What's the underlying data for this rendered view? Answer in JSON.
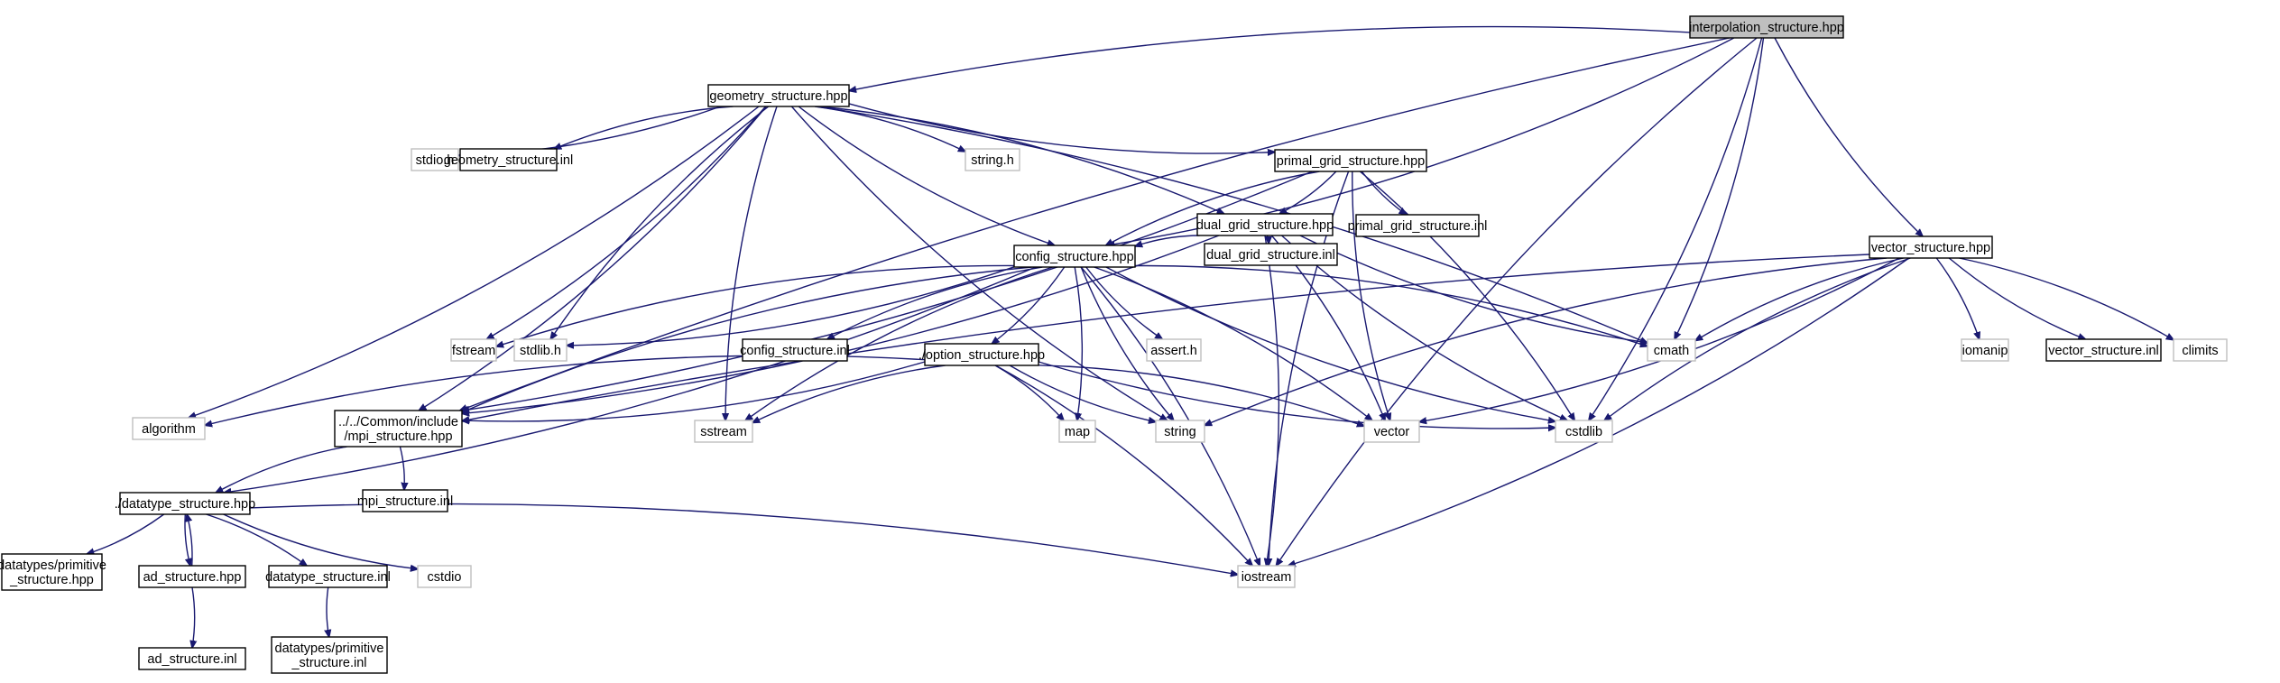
{
  "diagram": {
    "nodes": [
      {
        "id": "interp",
        "lines": [
          "interpolation_structure.hpp"
        ],
        "kind": "root"
      },
      {
        "id": "geom",
        "lines": [
          "geometry_structure.hpp"
        ],
        "kind": "internal"
      },
      {
        "id": "stdio_h",
        "lines": [
          "stdio.h"
        ],
        "kind": "external"
      },
      {
        "id": "geominl",
        "lines": [
          "geometry_structure.inl"
        ],
        "kind": "internal"
      },
      {
        "id": "string_h",
        "lines": [
          "string.h"
        ],
        "kind": "external"
      },
      {
        "id": "primal",
        "lines": [
          "primal_grid_structure.hpp"
        ],
        "kind": "internal"
      },
      {
        "id": "primalinl",
        "lines": [
          "primal_grid_structure.inl"
        ],
        "kind": "internal"
      },
      {
        "id": "dual",
        "lines": [
          "dual_grid_structure.hpp"
        ],
        "kind": "internal"
      },
      {
        "id": "dualinl",
        "lines": [
          "dual_grid_structure.inl"
        ],
        "kind": "internal"
      },
      {
        "id": "config",
        "lines": [
          "config_structure.hpp"
        ],
        "kind": "internal"
      },
      {
        "id": "fstream",
        "lines": [
          "fstream"
        ],
        "kind": "external"
      },
      {
        "id": "stdlib_h",
        "lines": [
          "stdlib.h"
        ],
        "kind": "external"
      },
      {
        "id": "configinl",
        "lines": [
          "config_structure.inl"
        ],
        "kind": "internal"
      },
      {
        "id": "assert_h",
        "lines": [
          "assert.h"
        ],
        "kind": "external"
      },
      {
        "id": "option",
        "lines": [
          "./option_structure.hpp"
        ],
        "kind": "internal"
      },
      {
        "id": "cmath",
        "lines": [
          "cmath"
        ],
        "kind": "external"
      },
      {
        "id": "vecstruct",
        "lines": [
          "vector_structure.hpp"
        ],
        "kind": "internal"
      },
      {
        "id": "iomanip",
        "lines": [
          "iomanip"
        ],
        "kind": "external"
      },
      {
        "id": "vecinl",
        "lines": [
          "vector_structure.inl"
        ],
        "kind": "internal"
      },
      {
        "id": "climits",
        "lines": [
          "climits"
        ],
        "kind": "external"
      },
      {
        "id": "algorithm",
        "lines": [
          "algorithm"
        ],
        "kind": "external"
      },
      {
        "id": "mpi",
        "lines": [
          "../../Common/include",
          "/mpi_structure.hpp"
        ],
        "kind": "internal"
      },
      {
        "id": "sstream",
        "lines": [
          "sstream"
        ],
        "kind": "external"
      },
      {
        "id": "map",
        "lines": [
          "map"
        ],
        "kind": "external"
      },
      {
        "id": "string",
        "lines": [
          "string"
        ],
        "kind": "external"
      },
      {
        "id": "vector",
        "lines": [
          "vector"
        ],
        "kind": "external"
      },
      {
        "id": "cstdlib",
        "lines": [
          "cstdlib"
        ],
        "kind": "external"
      },
      {
        "id": "mpiinl",
        "lines": [
          "mpi_structure.inl"
        ],
        "kind": "internal"
      },
      {
        "id": "datatype",
        "lines": [
          "./datatype_structure.hpp"
        ],
        "kind": "internal"
      },
      {
        "id": "dtprim",
        "lines": [
          "datatypes/primitive",
          "_structure.hpp"
        ],
        "kind": "internal"
      },
      {
        "id": "ad",
        "lines": [
          "ad_structure.hpp"
        ],
        "kind": "internal"
      },
      {
        "id": "dtinl",
        "lines": [
          "datatype_structure.inl"
        ],
        "kind": "internal"
      },
      {
        "id": "cstdio",
        "lines": [
          "cstdio"
        ],
        "kind": "external"
      },
      {
        "id": "iostream",
        "lines": [
          "iostream"
        ],
        "kind": "external"
      },
      {
        "id": "adinl",
        "lines": [
          "ad_structure.inl"
        ],
        "kind": "internal"
      },
      {
        "id": "dtpriminl",
        "lines": [
          "datatypes/primitive",
          "_structure.inl"
        ],
        "kind": "internal"
      }
    ],
    "edges": [
      [
        "interp",
        "geom"
      ],
      [
        "interp",
        "config"
      ],
      [
        "interp",
        "mpi"
      ],
      [
        "interp",
        "cmath"
      ],
      [
        "interp",
        "vecstruct"
      ],
      [
        "interp",
        "cstdlib"
      ],
      [
        "interp",
        "iostream"
      ],
      [
        "geom",
        "stdio_h"
      ],
      [
        "geom",
        "geominl"
      ],
      [
        "geom",
        "string_h"
      ],
      [
        "geom",
        "primal"
      ],
      [
        "geom",
        "dual"
      ],
      [
        "geom",
        "config"
      ],
      [
        "geom",
        "fstream"
      ],
      [
        "geom",
        "stdlib_h"
      ],
      [
        "geom",
        "algorithm"
      ],
      [
        "geom",
        "sstream"
      ],
      [
        "geom",
        "mpi"
      ],
      [
        "geom",
        "string"
      ],
      [
        "geom",
        "cmath"
      ],
      [
        "primal",
        "primalinl"
      ],
      [
        "primal",
        "dual"
      ],
      [
        "primal",
        "config"
      ],
      [
        "primal",
        "mpi"
      ],
      [
        "primal",
        "vector"
      ],
      [
        "primal",
        "cstdlib"
      ],
      [
        "primal",
        "iostream"
      ],
      [
        "dual",
        "dualinl"
      ],
      [
        "dual",
        "config"
      ],
      [
        "dual",
        "mpi"
      ],
      [
        "dual",
        "cmath"
      ],
      [
        "dual",
        "vector"
      ],
      [
        "dual",
        "cstdlib"
      ],
      [
        "dual",
        "iostream"
      ],
      [
        "config",
        "configinl"
      ],
      [
        "config",
        "option"
      ],
      [
        "config",
        "fstream"
      ],
      [
        "config",
        "stdlib_h"
      ],
      [
        "config",
        "assert_h"
      ],
      [
        "config",
        "cmath"
      ],
      [
        "config",
        "sstream"
      ],
      [
        "config",
        "map"
      ],
      [
        "config",
        "string"
      ],
      [
        "config",
        "vector"
      ],
      [
        "config",
        "cstdlib"
      ],
      [
        "config",
        "iostream"
      ],
      [
        "config",
        "mpi"
      ],
      [
        "config",
        "datatype"
      ],
      [
        "option",
        "algorithm"
      ],
      [
        "option",
        "mpi"
      ],
      [
        "option",
        "sstream"
      ],
      [
        "option",
        "map"
      ],
      [
        "option",
        "string"
      ],
      [
        "option",
        "vector"
      ],
      [
        "option",
        "cstdlib"
      ],
      [
        "option",
        "iostream"
      ],
      [
        "vecstruct",
        "cmath"
      ],
      [
        "vecstruct",
        "iomanip"
      ],
      [
        "vecstruct",
        "vecinl"
      ],
      [
        "vecstruct",
        "climits"
      ],
      [
        "vecstruct",
        "string"
      ],
      [
        "vecstruct",
        "vector"
      ],
      [
        "vecstruct",
        "cstdlib"
      ],
      [
        "vecstruct",
        "iostream"
      ],
      [
        "vecstruct",
        "mpi"
      ],
      [
        "mpi",
        "mpiinl"
      ],
      [
        "mpi",
        "datatype"
      ],
      [
        "datatype",
        "dtprim"
      ],
      [
        "datatype",
        "ad"
      ],
      [
        "datatype",
        "dtinl"
      ],
      [
        "datatype",
        "cstdio"
      ],
      [
        "datatype",
        "iostream"
      ],
      [
        "ad",
        "datatype"
      ],
      [
        "ad",
        "adinl"
      ],
      [
        "dtinl",
        "dtpriminl"
      ]
    ]
  }
}
